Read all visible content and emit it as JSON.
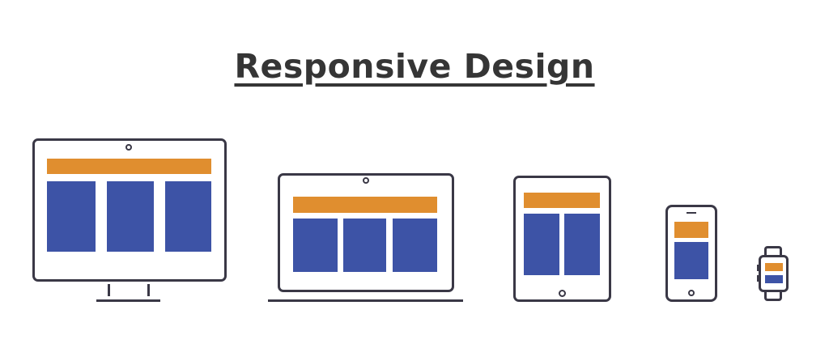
{
  "title": "Responsive Design",
  "colors": {
    "outline": "#3a3846",
    "header_block": "#e08e2f",
    "content_block": "#3d53a6",
    "title_text": "#353535",
    "background": "#ffffff"
  },
  "devices": [
    {
      "name": "desktop-monitor",
      "header_blocks": 1,
      "content_columns": 3
    },
    {
      "name": "laptop",
      "header_blocks": 1,
      "content_columns": 3
    },
    {
      "name": "tablet",
      "header_blocks": 1,
      "content_columns": 2
    },
    {
      "name": "smartphone",
      "header_blocks": 1,
      "content_columns": 1
    },
    {
      "name": "smartwatch",
      "header_blocks": 1,
      "content_columns": 1
    }
  ]
}
